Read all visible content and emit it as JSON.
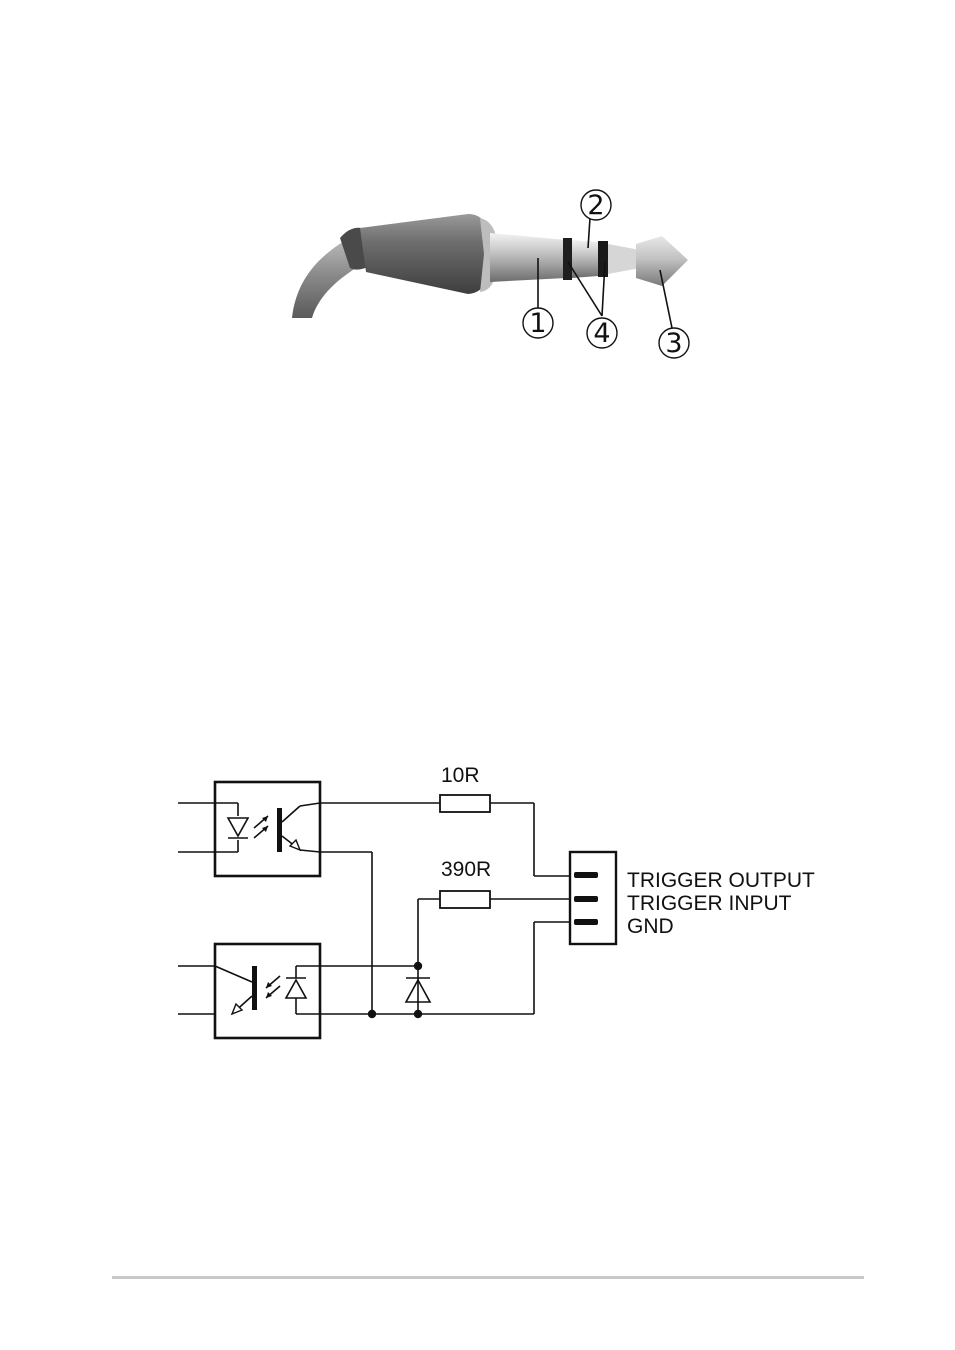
{
  "plug": {
    "callouts": [
      {
        "id": "c1",
        "label": "1"
      },
      {
        "id": "c2",
        "label": "2"
      },
      {
        "id": "c3",
        "label": "3"
      },
      {
        "id": "c4",
        "label": "4"
      }
    ]
  },
  "schematic": {
    "resistors": [
      {
        "id": "r1",
        "label": "10R"
      },
      {
        "id": "r2",
        "label": "390R"
      }
    ],
    "connector_pins": [
      {
        "id": "pin-trigger-output",
        "label": "TRIGGER OUTPUT"
      },
      {
        "id": "pin-trigger-input",
        "label": "TRIGGER INPUT"
      },
      {
        "id": "pin-gnd",
        "label": "GND"
      }
    ]
  }
}
